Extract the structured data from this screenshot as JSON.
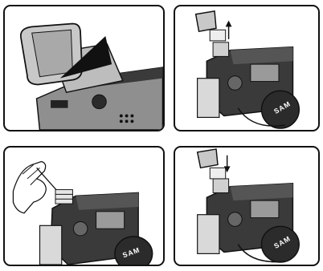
{
  "panels": [
    {
      "id": "p1",
      "step": "viewfinder-closeup"
    },
    {
      "id": "p2",
      "step": "remove-eyecup"
    },
    {
      "id": "p3",
      "step": "clean-lens"
    },
    {
      "id": "p4",
      "step": "reattach-eyecup"
    }
  ],
  "lens_cap_text": "SAM",
  "colors": {
    "line": "#111111",
    "fill_gray": "#9a9a9a",
    "body_dark": "#2b2b2b",
    "paper": "#ffffff"
  },
  "icons": [
    "arrow-up-icon",
    "arrow-down-icon",
    "pointer-triangle-icon"
  ]
}
